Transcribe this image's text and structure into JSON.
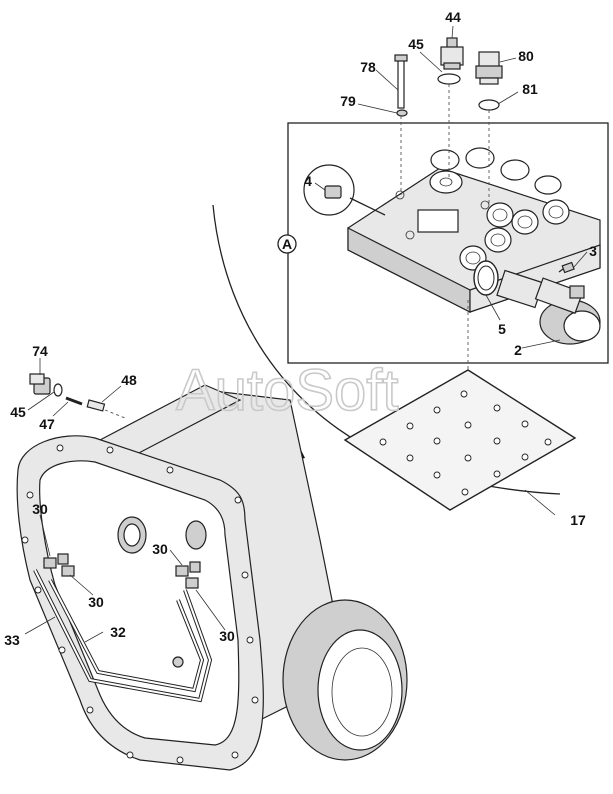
{
  "watermark": "AutoSoft",
  "detail_marker": "A",
  "callouts": {
    "c44": "44",
    "c45_top": "45",
    "c80": "80",
    "c78": "78",
    "c79": "79",
    "c81": "81",
    "c4": "4",
    "c3": "3",
    "c5": "5",
    "c2": "2",
    "c17": "17",
    "c74": "74",
    "c48": "48",
    "c45_left": "45",
    "c47": "47",
    "c30_a": "30",
    "c30_b": "30",
    "c30_c": "30",
    "c30_d": "30",
    "c33": "33",
    "c32": "32"
  }
}
